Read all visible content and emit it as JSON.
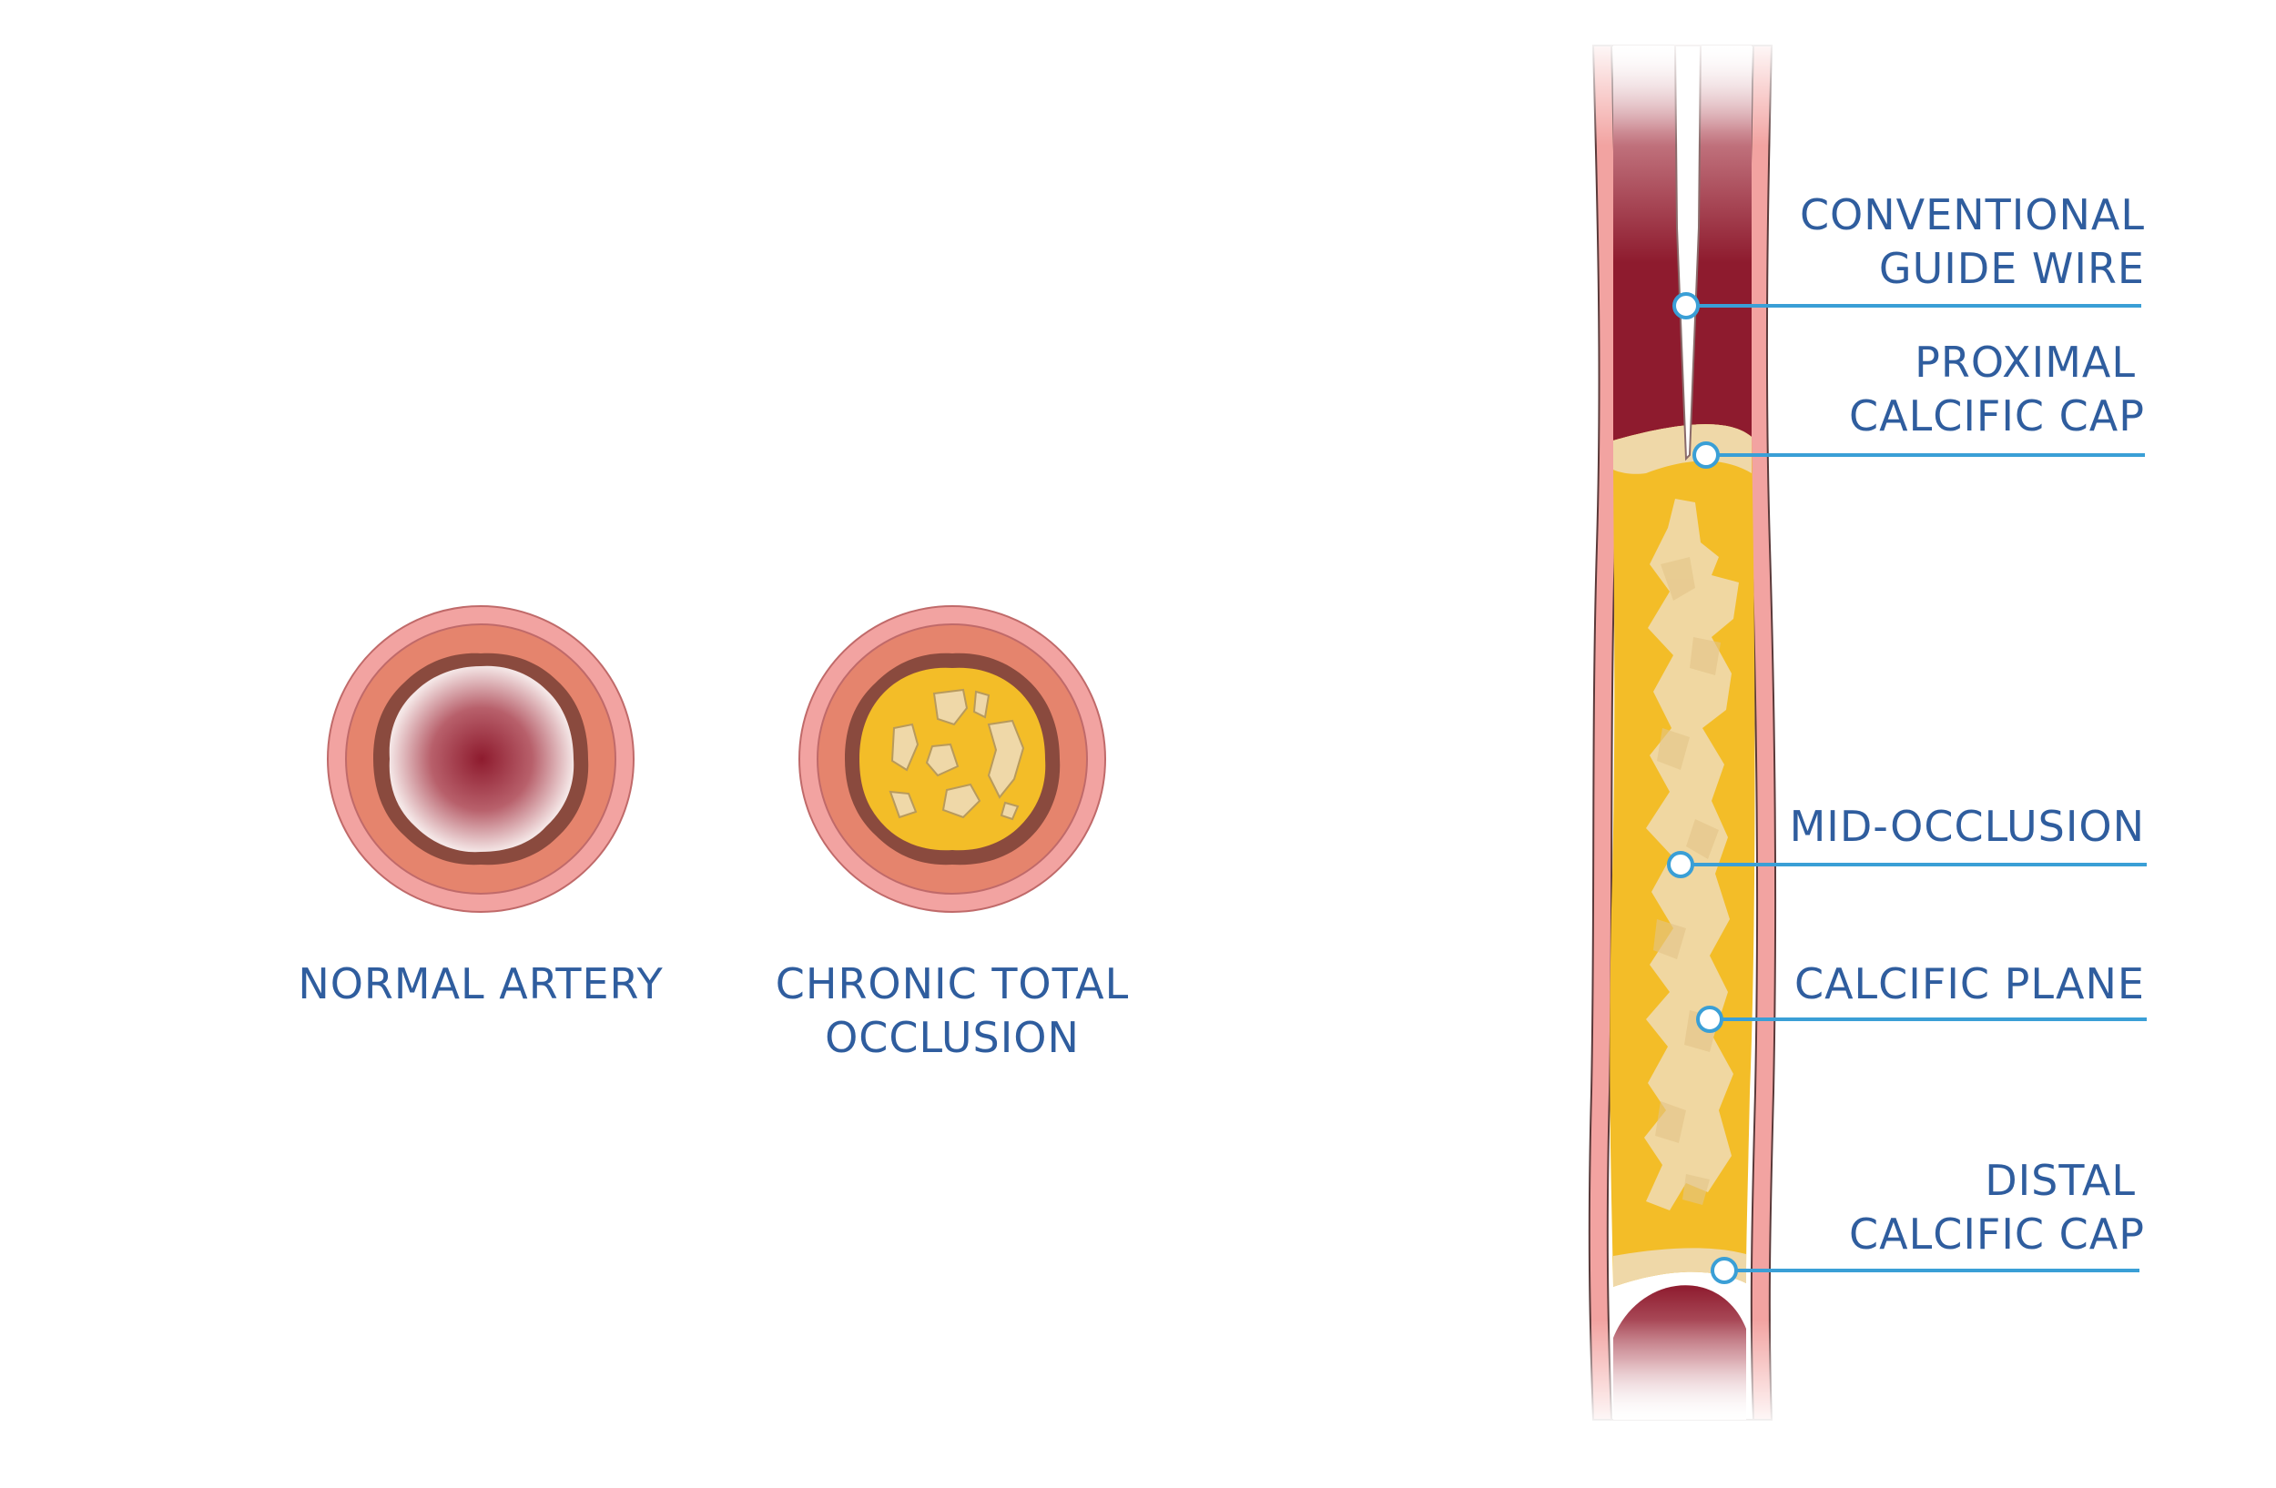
{
  "cross_sections": {
    "normal_artery": {
      "label": "NORMAL ARTERY"
    },
    "cto": {
      "label_line1": "CHRONIC TOTAL",
      "label_line2": "OCCLUSION"
    }
  },
  "callouts": {
    "guide_wire": {
      "line1": "CONVENTIONAL",
      "line2": "GUIDE WIRE"
    },
    "proximal_cap": {
      "line1": "PROXIMAL",
      "line2": "CALCIFIC CAP"
    },
    "mid_occlusion": {
      "line1": "MID-OCCLUSION"
    },
    "calcific_plane": {
      "line1": "CALCIFIC PLANE"
    },
    "distal_cap": {
      "line1": "DISTAL",
      "line2": "CALCIFIC CAP"
    }
  },
  "colors": {
    "label_text": "#2f5d9e",
    "callout_line": "#3a9fd6",
    "blood": "#8e1b2e",
    "vessel_wall": "#f2a3a1",
    "media": "#e5846d",
    "intima": "#8a4a3e",
    "occlusion": "#f3bd28",
    "calcium": "#efd8a8"
  }
}
